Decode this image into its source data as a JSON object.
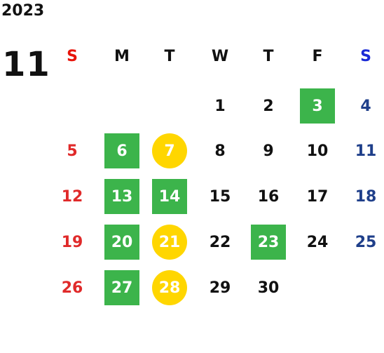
{
  "calendar": {
    "year": "2023",
    "month": "11",
    "weekdays": [
      {
        "label": "S",
        "color": "#e8140a"
      },
      {
        "label": "M",
        "color": "#111111"
      },
      {
        "label": "T",
        "color": "#111111"
      },
      {
        "label": "W",
        "color": "#111111"
      },
      {
        "label": "T",
        "color": "#111111"
      },
      {
        "label": "F",
        "color": "#111111"
      },
      {
        "label": "S",
        "color": "#1a2ad6"
      }
    ],
    "weeks": [
      [
        null,
        null,
        null,
        {
          "day": "1"
        },
        {
          "day": "2"
        },
        {
          "day": "3",
          "mark": "green"
        },
        {
          "day": "4"
        }
      ],
      [
        {
          "day": "5"
        },
        {
          "day": "6",
          "mark": "green"
        },
        {
          "day": "7",
          "mark": "yellow"
        },
        {
          "day": "8"
        },
        {
          "day": "9"
        },
        {
          "day": "10"
        },
        {
          "day": "11"
        }
      ],
      [
        {
          "day": "12"
        },
        {
          "day": "13",
          "mark": "green"
        },
        {
          "day": "14",
          "mark": "green"
        },
        {
          "day": "15"
        },
        {
          "day": "16"
        },
        {
          "day": "17"
        },
        {
          "day": "18"
        }
      ],
      [
        {
          "day": "19"
        },
        {
          "day": "20",
          "mark": "green"
        },
        {
          "day": "21",
          "mark": "yellow"
        },
        {
          "day": "22"
        },
        {
          "day": "23",
          "mark": "green"
        },
        {
          "day": "24"
        },
        {
          "day": "25"
        }
      ],
      [
        {
          "day": "26"
        },
        {
          "day": "27",
          "mark": "green"
        },
        {
          "day": "28",
          "mark": "yellow"
        },
        {
          "day": "29"
        },
        {
          "day": "30"
        },
        null,
        null
      ]
    ]
  },
  "colors": {
    "green": "#3cb44b",
    "yellow": "#ffd600",
    "sunday_text": "#e02a2a",
    "saturday_text": "#1f3f8a"
  }
}
